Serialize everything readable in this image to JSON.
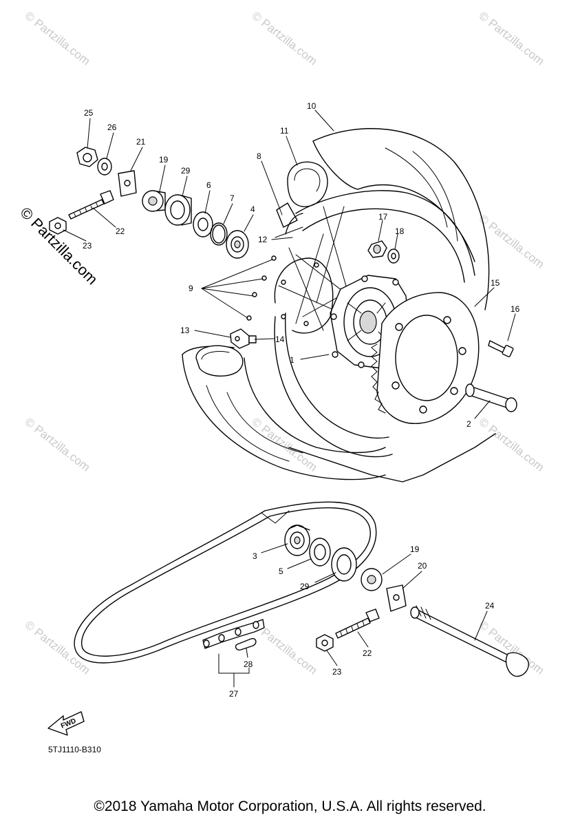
{
  "watermark": "© Partzilla.com",
  "diagram_code": "5TJ1110-B310",
  "fwd_label": "FWD",
  "copyright": "©2018 Yamaha Motor Corporation, U.S.A. All rights reserved.",
  "callouts": {
    "c1": "1",
    "c2": "2",
    "c3": "3",
    "c4": "4",
    "c5": "5",
    "c6": "6",
    "c7": "7",
    "c8": "8",
    "c9": "9",
    "c10": "10",
    "c11": "11",
    "c12": "12",
    "c13": "13",
    "c14": "14",
    "c15": "15",
    "c16": "16",
    "c17": "17",
    "c18": "18",
    "c19a": "19",
    "c19b": "19",
    "c20": "20",
    "c21": "21",
    "c22a": "22",
    "c22b": "22",
    "c23a": "23",
    "c23b": "23",
    "c24": "24",
    "c25": "25",
    "c26": "26",
    "c27": "27",
    "c28": "28",
    "c29a": "29",
    "c29b": "29"
  }
}
